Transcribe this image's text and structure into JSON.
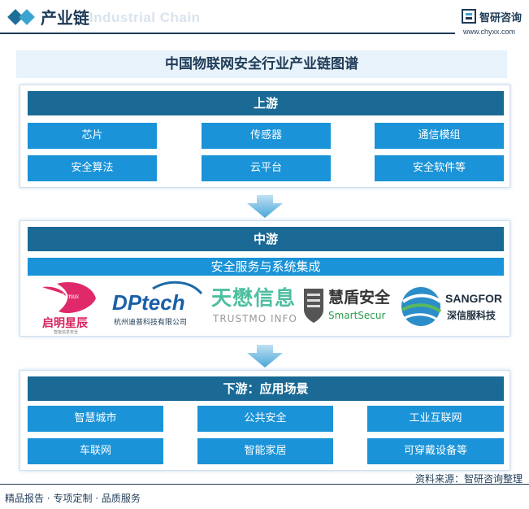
{
  "header": {
    "title": "产业链",
    "watermark": "Industrial Chain",
    "brand_name": "智研咨询",
    "brand_url": "www.chyxx.com"
  },
  "diagram": {
    "title": "中国物联网安全行业产业链图谱",
    "upstream": {
      "label": "上游",
      "items": [
        "芯片",
        "传感器",
        "通信模组",
        "安全算法",
        "云平台",
        "安全软件等"
      ]
    },
    "midstream": {
      "label": "中游",
      "subtitle": "安全服务与系统集成",
      "companies": [
        {
          "name": "启明星辰",
          "badge": "Venus",
          "tagline": "智能信息安全"
        },
        {
          "name": "DPtech",
          "full": "杭州迪普科技有限公司"
        },
        {
          "name": "天懋信息",
          "en": "TRUSTMO INFO"
        },
        {
          "name": "慧盾安全",
          "en": "SmartSecur"
        },
        {
          "name": "SANGFOR",
          "cn": "深信服科技"
        }
      ]
    },
    "downstream": {
      "label": "下游：应用场景",
      "items": [
        "智慧城市",
        "公共安全",
        "工业互联网",
        "车联网",
        "智能家居",
        "可穿戴设备等"
      ]
    }
  },
  "source": "资料来源：智研咨询整理",
  "footer": "精品报告 · 专项定制 · 品质服务",
  "colors": {
    "header_bar": "#1a6a95",
    "box": "#1a93d8",
    "title_bg": "#e7f2fa",
    "text": "#1f3b57"
  }
}
